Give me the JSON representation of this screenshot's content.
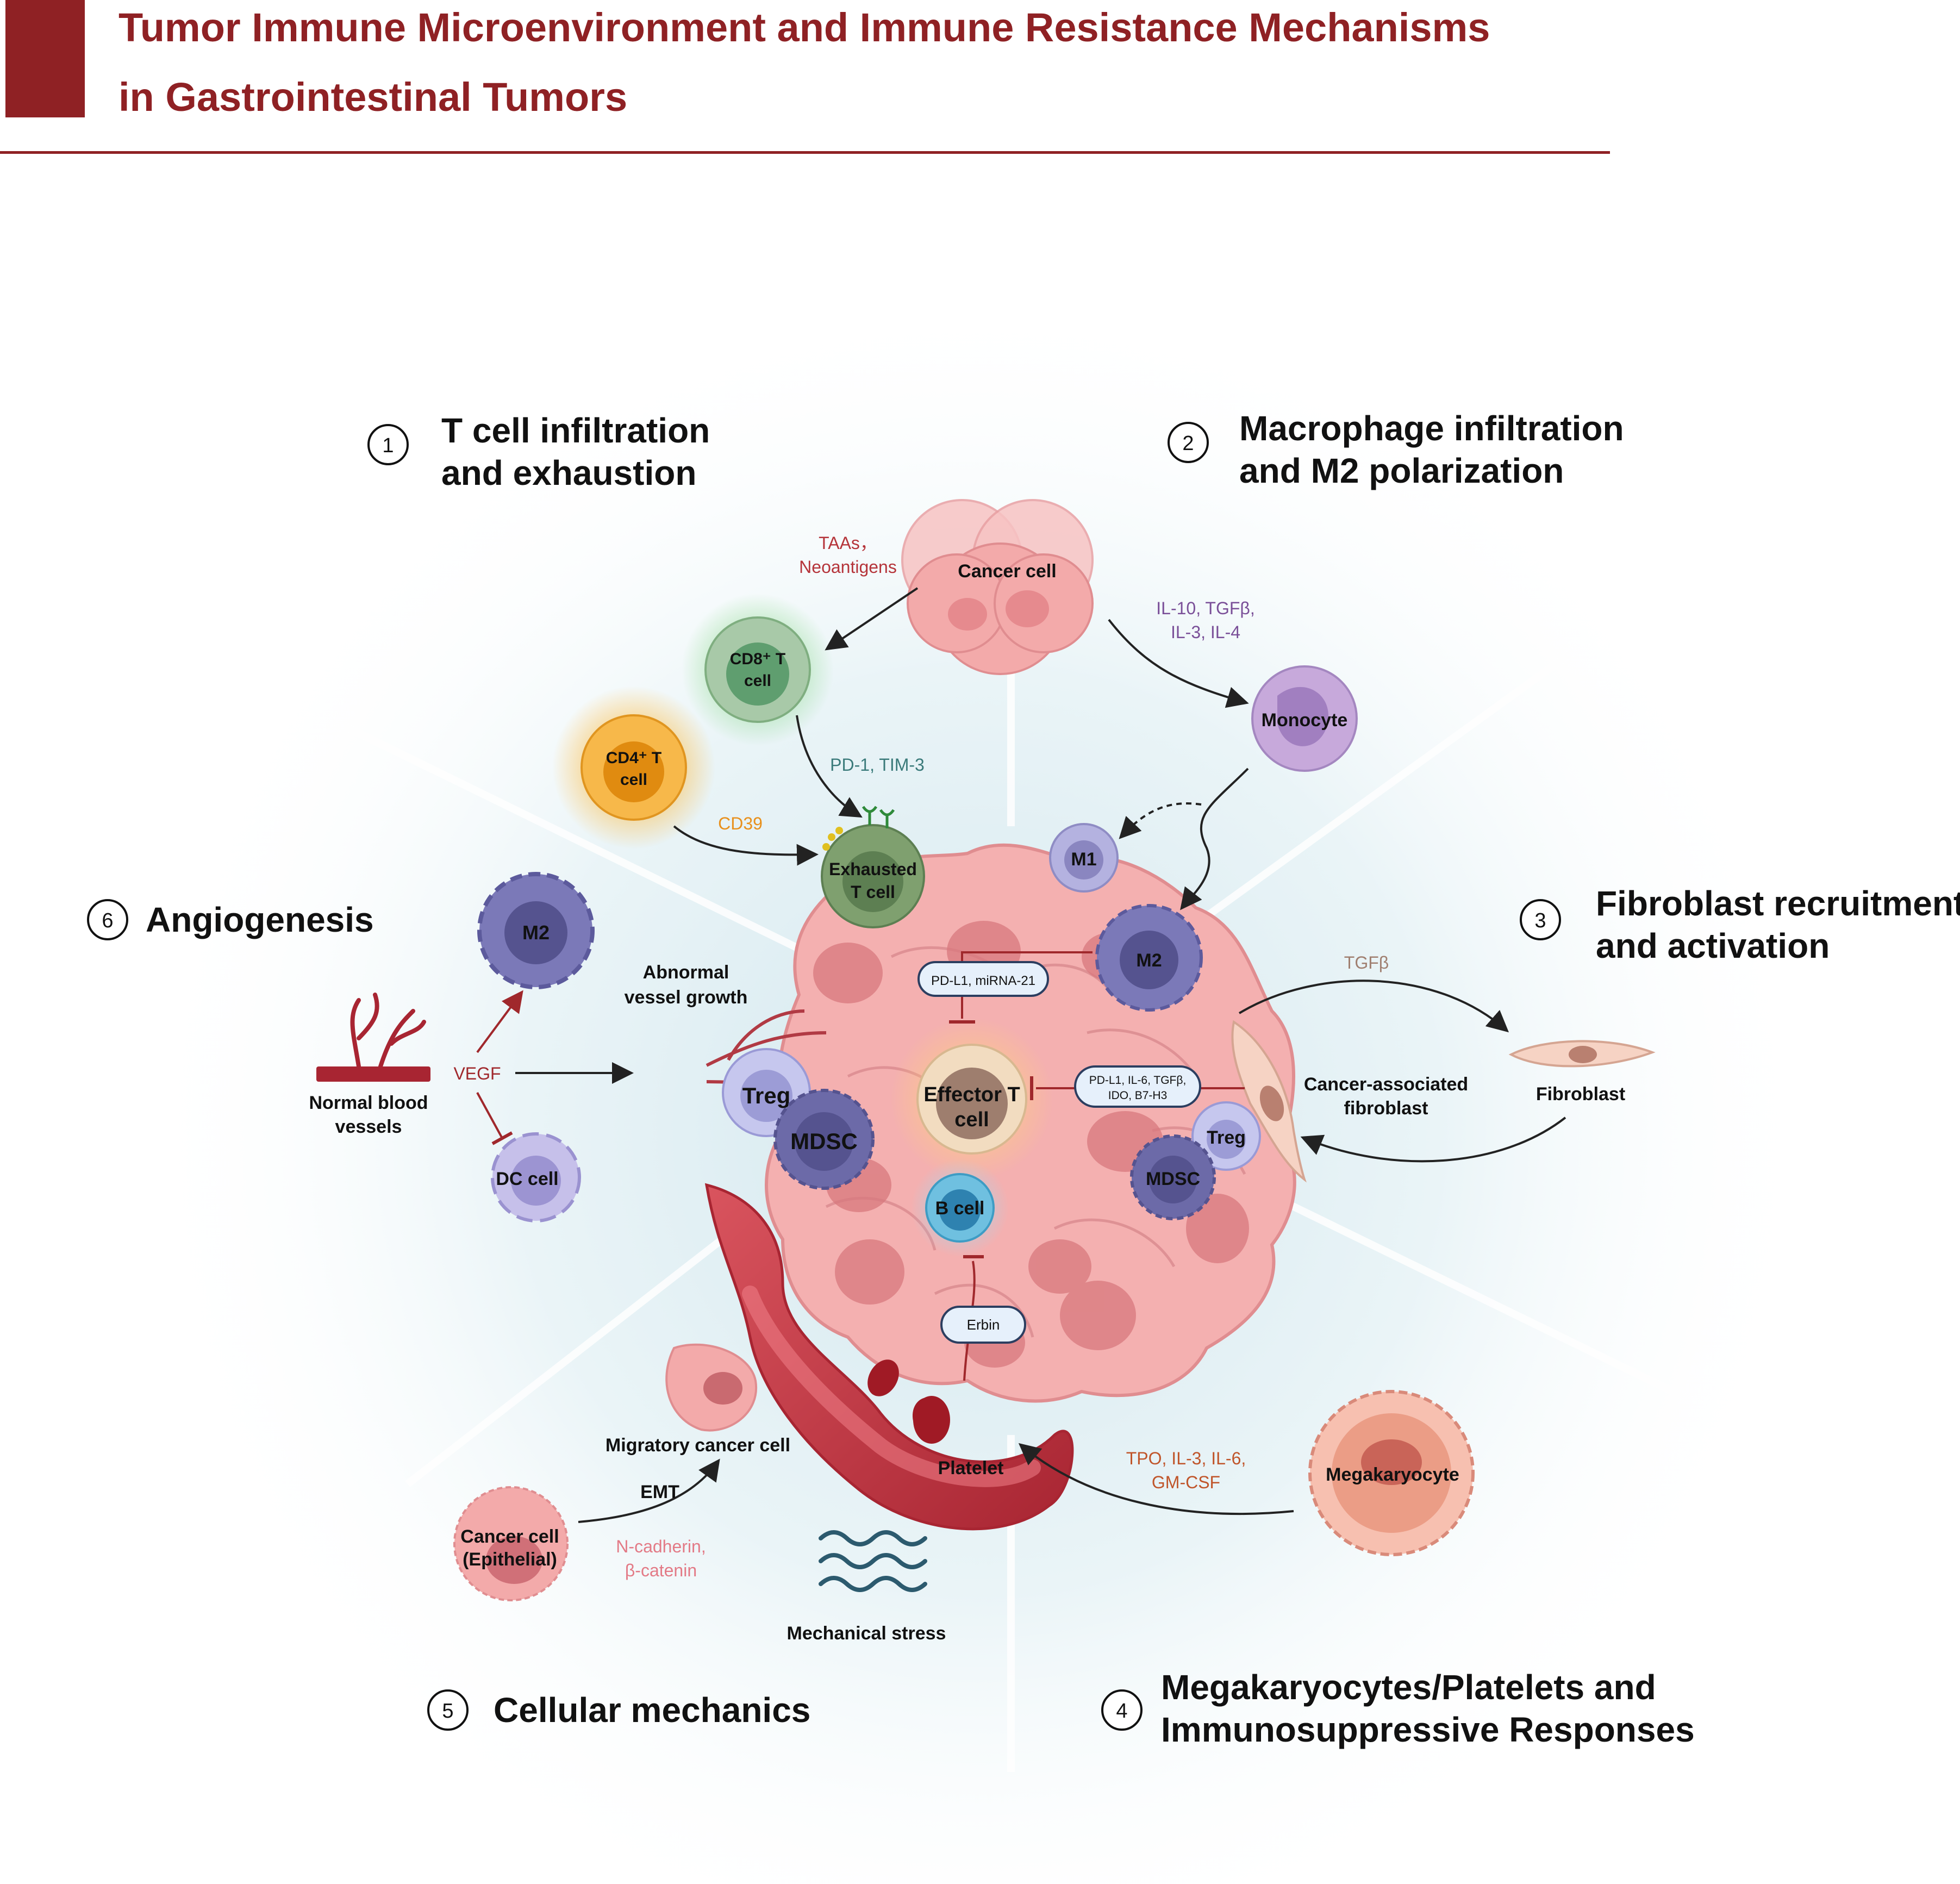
{
  "header": {
    "title_line1": "Tumor Immune Microenvironment and Immune Resistance Mechanisms",
    "title_line2": "in Gastrointestinal Tumors"
  },
  "colors": {
    "brand": "#8f2124",
    "tumor": "#f2a7a7",
    "green_cell": "#7fae80",
    "orange_cell": "#f0a030",
    "purple_cell": "#8a86c0",
    "vessel": "#c23a44"
  },
  "sections": [
    {
      "num": "1",
      "line1": "T cell infiltration",
      "line2": "and exhaustion"
    },
    {
      "num": "2",
      "line1": "Macrophage infiltration",
      "line2": "and M2 polarization"
    },
    {
      "num": "3",
      "line1": "Fibroblast recruitment",
      "line2": "and activation"
    },
    {
      "num": "4",
      "line1": "Megakaryocytes/Platelets and",
      "line2": "Immunosuppressive Responses"
    },
    {
      "num": "5",
      "line1": "Cellular mechanics",
      "line2": ""
    },
    {
      "num": "6",
      "line1": "Angiogenesis",
      "line2": ""
    }
  ],
  "cells": {
    "cancer_cell": "Cancer cell",
    "cd8_line1": "CD8⁺ T",
    "cd8_line2": "cell",
    "cd4_line1": "CD4⁺ T",
    "cd4_line2": "cell",
    "exhausted_line1": "Exhausted",
    "exhausted_line2": "T cell",
    "monocyte": "Monocyte",
    "m1": "M1",
    "m2_tumor": "M2",
    "m2_left": "M2",
    "treg_left": "Treg",
    "treg_right": "Treg",
    "mdsc_left": "MDSC",
    "mdsc_right": "MDSC",
    "effector_line1": "Effector T",
    "effector_line2": "cell",
    "b_cell": "B cell",
    "dc_cell": "DC cell",
    "caf_line1": "Cancer-associated",
    "caf_line2": "fibroblast",
    "fibroblast": "Fibroblast",
    "megakaryocyte": "Megakaryocyte",
    "platelet": "Platelet",
    "migratory": "Migratory cancer cell",
    "epithelial_line1": "Cancer cell",
    "epithelial_line2": "(Epithelial)",
    "normal_vessel_line1": "Normal blood",
    "normal_vessel_line2": "vessels",
    "abnormal_line1": "Abnormal",
    "abnormal_line2": "vessel growth",
    "mechanical": "Mechanical stress"
  },
  "labels": {
    "taas_line1": "TAAs，",
    "taas_line2": "Neoantigens",
    "il10_line1": "IL-10, TGFβ,",
    "il10_line2": "IL-3, IL-4",
    "pd1": "PD-1, TIM-3",
    "cd39": "CD39",
    "tgfb": "TGFβ",
    "vegf": "VEGF",
    "emt": "EMT",
    "ncad_line1": "N-cadherin,",
    "ncad_line2": "β-catenin",
    "tpo_line1": "TPO, IL-3, IL-6,",
    "tpo_line2": "GM-CSF"
  },
  "pills": {
    "pdl1_mirna": "PD-L1, miRNA-21",
    "pdl1_line1": "PD-L1, IL-6, TGFβ,",
    "pdl1_line2": "IDO, B7-H3",
    "erbin": "Erbin"
  }
}
